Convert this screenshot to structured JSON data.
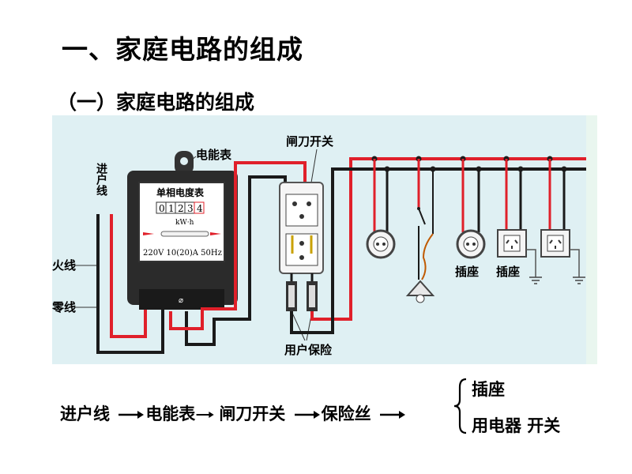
{
  "title": "一、家庭电路的组成",
  "subtitle": "（一）家庭电路的组成",
  "diagram": {
    "meter_label": "电能表",
    "switch_label": "闸刀开关",
    "incoming_label": "进户线",
    "live_label": "火线",
    "neutral_label": "零线",
    "meter_name": "单相电度表",
    "meter_digits": [
      "0",
      "1",
      "2",
      "3",
      "4"
    ],
    "meter_unit": "kW·h",
    "meter_rating": "220V 10(20)A 50Hz",
    "fuse_label": "用户保险",
    "socket_label_1": "插座",
    "socket_label_2": "插座",
    "colors": {
      "live": "#e0202a",
      "neutral": "#1a1a1a",
      "panel": "#dff0f3"
    }
  },
  "flow": {
    "step1": "进户线",
    "step2": "电能表",
    "step3": "闸刀开关",
    "step4": "保险丝",
    "branch_top": "插座",
    "branch_bottom": "用电器  开关"
  }
}
